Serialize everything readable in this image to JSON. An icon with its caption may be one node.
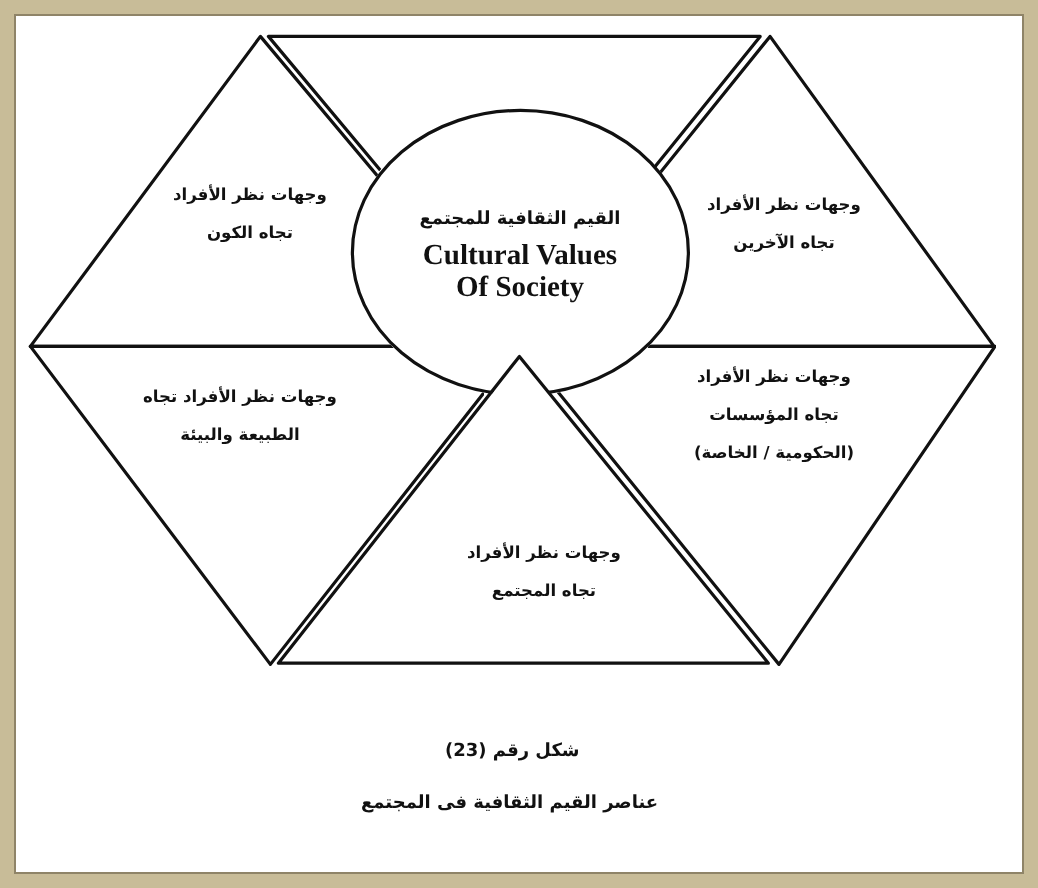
{
  "diagram": {
    "nodes": [
      {
        "text": [],
        "shape": "triangle"
      },
      {
        "text": [
          "وجهات نظر الأفراد تجاه الآخرين"
        ]
      },
      {
        "text": [
          "القيم الثقافية للمجتمع",
          "Cultural Values Of Society"
        ]
      },
      {
        "text": [
          "وجهات نظر الأفراد تجاه الكون"
        ]
      },
      {
        "text": [
          "وجهات نظر الأفراد تجاه المؤسسات (الحكومية / الخاصة)"
        ]
      },
      {
        "text": [
          "وجهات نظر الأفراد تجاه الطبيعة والبيئة"
        ]
      },
      {
        "text": [
          "وجهات نظر الأفراد تجاه المجتمع"
        ]
      }
    ],
    "labels": [
      "شكل رقم (23)"
    ],
    "caption": "عناصر القيم الثقافية فى المجتمع"
  }
}
